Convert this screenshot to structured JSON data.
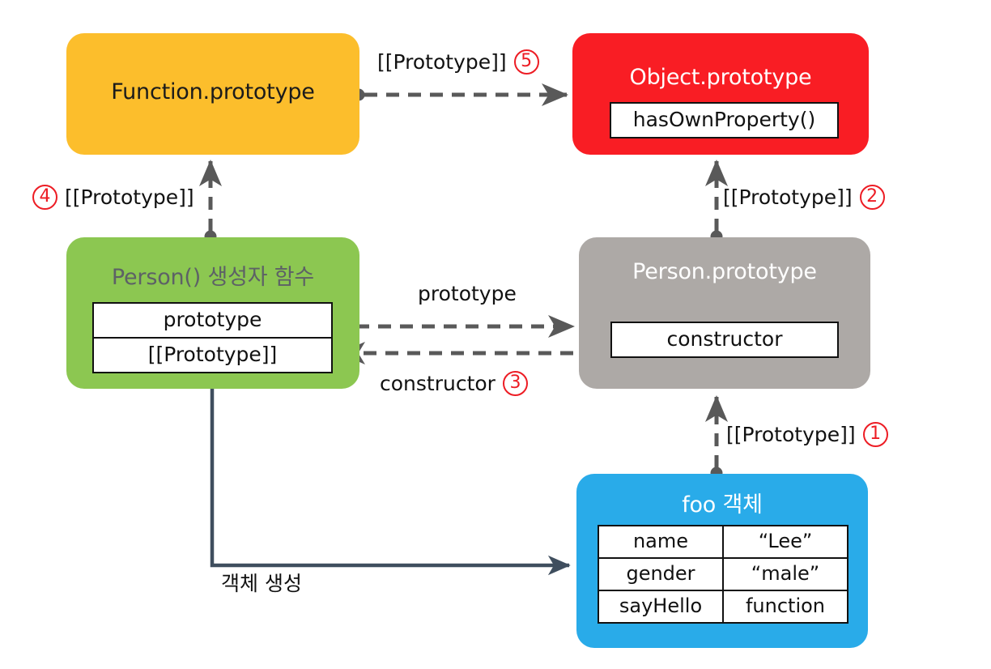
{
  "diagram": {
    "title": "JavaScript prototype chain diagram",
    "background": "#ffffff"
  },
  "colors": {
    "function_prototype": "#FCBE2C",
    "object_prototype": "#F91D24",
    "person_constructor": "#8CC751",
    "person_prototype": "#ADA9A6",
    "foo_object": "#29ABE9",
    "arrow": "#595959",
    "solid_arrow": "#3F4E5E",
    "circled_number": "#ED1C24"
  },
  "nodes": {
    "function_prototype": {
      "title": "Function.prototype",
      "rows": []
    },
    "object_prototype": {
      "title": "Object.prototype",
      "rows": [
        {
          "cells": [
            "hasOwnProperty()"
          ]
        }
      ]
    },
    "person_constructor": {
      "title": "Person() 생성자 함수",
      "rows": [
        {
          "cells": [
            "prototype"
          ]
        },
        {
          "cells": [
            "[[Prototype]]"
          ]
        }
      ]
    },
    "person_prototype": {
      "title": "Person.prototype",
      "rows": [
        {
          "cells": [
            "constructor"
          ]
        }
      ]
    },
    "foo_object": {
      "title": "foo 객체",
      "rows": [
        {
          "cells": [
            "name",
            "“Lee”"
          ]
        },
        {
          "cells": [
            "gender",
            "“male”"
          ]
        },
        {
          "cells": [
            "sayHello",
            "function"
          ]
        }
      ]
    }
  },
  "edge_labels": {
    "proto_5": {
      "text": "[[Prototype]]",
      "number": "⑤",
      "digit": "5",
      "order": "after"
    },
    "proto_4": {
      "text": "[[Prototype]]",
      "number": "④",
      "digit": "4",
      "order": "before"
    },
    "proto_2": {
      "text": "[[Prototype]]",
      "number": "②",
      "digit": "2",
      "order": "after"
    },
    "proto_1": {
      "text": "[[Prototype]]",
      "number": "①",
      "digit": "1",
      "order": "after"
    },
    "prototype_link": {
      "text": "prototype"
    },
    "constructor_link": {
      "text": "constructor",
      "digit": "3",
      "order": "after"
    },
    "object_creation": {
      "text": "객체 생성"
    }
  }
}
